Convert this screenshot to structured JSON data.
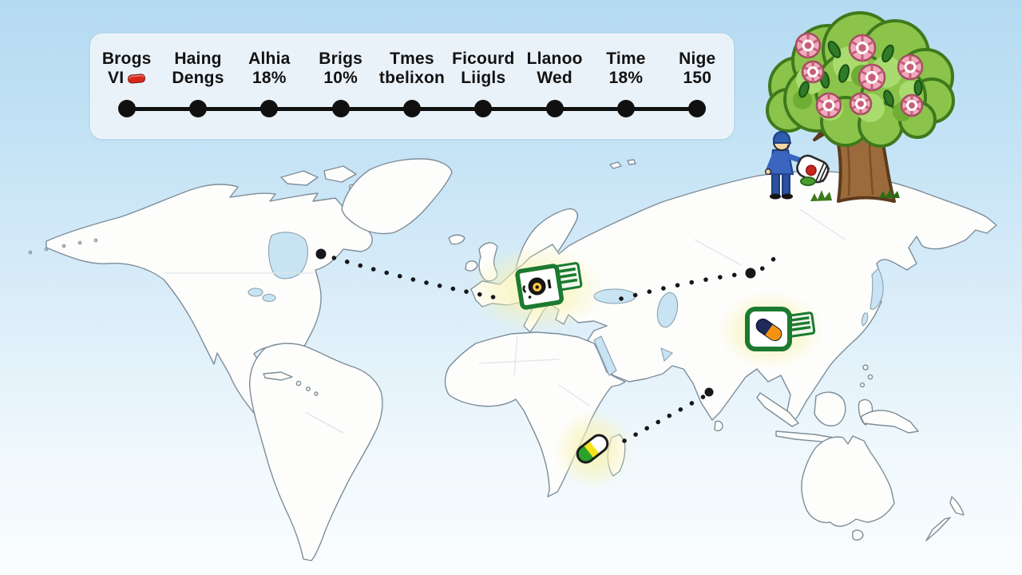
{
  "timeline": {
    "milestones": [
      {
        "line1": "Brogs",
        "line2": "VI",
        "icon": "red-pill"
      },
      {
        "line1": "Haing",
        "line2": "Dengs"
      },
      {
        "line1": "Alhia",
        "line2": "18%"
      },
      {
        "line1": "Brigs",
        "line2": "10%"
      },
      {
        "line1": "Tmes",
        "line2": "tbelixon"
      },
      {
        "line1": "Ficourd",
        "line2": "Liigls"
      },
      {
        "line1": "Llanoo",
        "line2": "Wed"
      },
      {
        "line1": "Time",
        "line2": "18%"
      },
      {
        "line1": "Nige",
        "line2": "150"
      }
    ]
  },
  "map": {
    "markers": [
      {
        "name": "europe-certificate-card",
        "icon": "green-card-with-seal-icon"
      },
      {
        "name": "asia-capsule-card",
        "icon": "green-card-with-capsule-icon"
      },
      {
        "name": "africa-capsule",
        "icon": "green-yellow-white-capsule-icon"
      }
    ],
    "routes": [
      {
        "name": "route-transatlantic",
        "from": "north-america",
        "to": "europe-marker"
      },
      {
        "name": "route-eurasia",
        "from": "middle-east",
        "to": "siberia-tree"
      },
      {
        "name": "route-indian-ocean",
        "from": "madagascar",
        "to": "india"
      }
    ]
  },
  "illustration": {
    "tree": "tree-with-pink-flowers",
    "person": "worker-in-blue-pouring-jar"
  },
  "colors": {
    "accent_green": "#1b7a2f",
    "pill_red": "#d8281c",
    "glow_yellow": "#f7f3b4",
    "ocean_top": "#b4daf1",
    "ink": "#101010"
  }
}
